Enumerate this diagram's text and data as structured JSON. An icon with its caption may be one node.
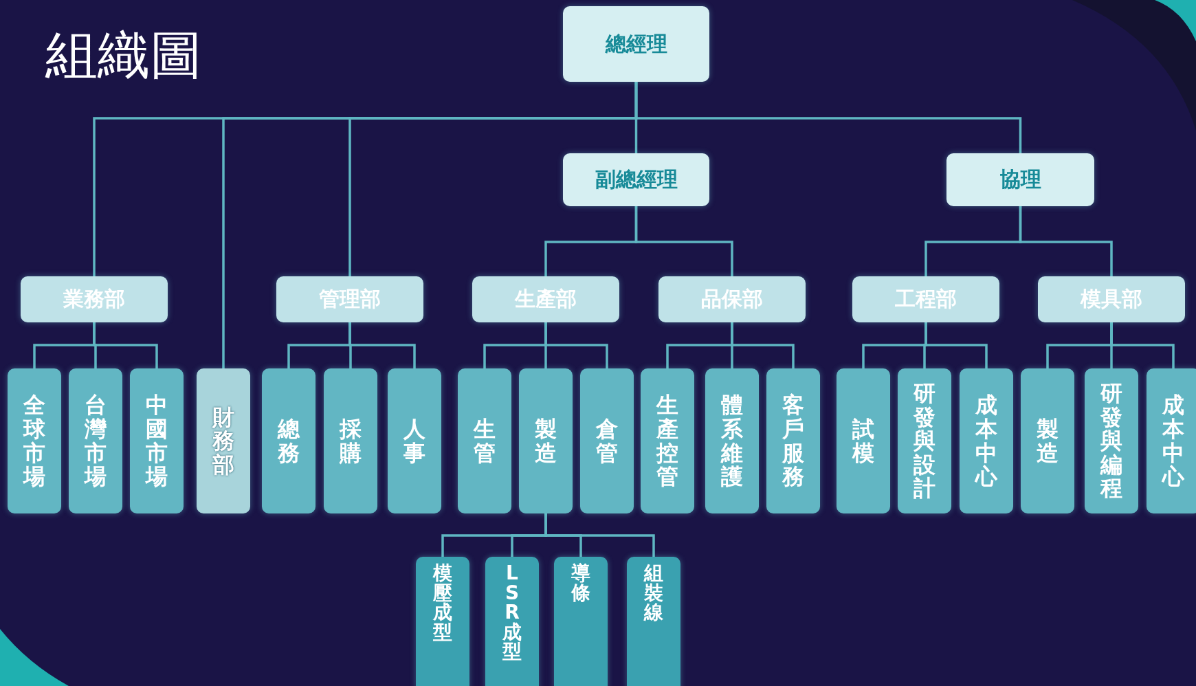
{
  "diagram": {
    "title": "組織圖",
    "nodes": [
      {
        "text": [
          "總經理"
        ]
      },
      {
        "text": [
          "副總經理"
        ]
      },
      {
        "text": [
          "協理"
        ]
      },
      {
        "text": [
          "業務部"
        ]
      },
      {
        "text": [
          "管理部"
        ]
      },
      {
        "text": [
          "生產部"
        ]
      },
      {
        "text": [
          "品保部"
        ]
      },
      {
        "text": [
          "工程部"
        ]
      },
      {
        "text": [
          "模具部"
        ]
      },
      {
        "text": [
          "全球市場"
        ]
      },
      {
        "text": [
          "台灣市場"
        ]
      },
      {
        "text": [
          "中國市場"
        ]
      },
      {
        "text": [
          "財務部"
        ]
      },
      {
        "text": [
          "總務"
        ]
      },
      {
        "text": [
          "採購"
        ]
      },
      {
        "text": [
          "人事"
        ]
      },
      {
        "text": [
          "生管"
        ]
      },
      {
        "text": [
          "製造"
        ]
      },
      {
        "text": [
          "倉管"
        ]
      },
      {
        "text": [
          "生產控管"
        ]
      },
      {
        "text": [
          "體系維護"
        ]
      },
      {
        "text": [
          "客戶服務"
        ]
      },
      {
        "text": [
          "試模"
        ]
      },
      {
        "text": [
          "研發與設計"
        ]
      },
      {
        "text": [
          "成本中心"
        ]
      },
      {
        "text": [
          "製造"
        ]
      },
      {
        "text": [
          "研發與編程"
        ]
      },
      {
        "text": [
          "成本中心"
        ]
      },
      {
        "text": [
          "模壓成型"
        ]
      },
      {
        "text": [
          "LSR成型"
        ]
      },
      {
        "text": [
          "導條"
        ]
      },
      {
        "text": [
          "組裝線"
        ]
      }
    ],
    "edges": [
      {
        "from": 0,
        "to": 1,
        "arrow": "none"
      },
      {
        "from": 0,
        "to": 2,
        "arrow": "none"
      },
      {
        "from": 0,
        "to": 3,
        "arrow": "none"
      },
      {
        "from": 0,
        "to": 4,
        "arrow": "none"
      },
      {
        "from": 0,
        "to": 12,
        "arrow": "none"
      },
      {
        "from": 1,
        "to": 5,
        "arrow": "none"
      },
      {
        "from": 1,
        "to": 6,
        "arrow": "none"
      },
      {
        "from": 2,
        "to": 7,
        "arrow": "none"
      },
      {
        "from": 2,
        "to": 8,
        "arrow": "none"
      },
      {
        "from": 3,
        "to": 9,
        "arrow": "none"
      },
      {
        "from": 3,
        "to": 10,
        "arrow": "none"
      },
      {
        "from": 3,
        "to": 11,
        "arrow": "none"
      },
      {
        "from": 4,
        "to": 13,
        "arrow": "none"
      },
      {
        "from": 4,
        "to": 14,
        "arrow": "none"
      },
      {
        "from": 4,
        "to": 15,
        "arrow": "none"
      },
      {
        "from": 5,
        "to": 16,
        "arrow": "none"
      },
      {
        "from": 5,
        "to": 17,
        "arrow": "none"
      },
      {
        "from": 5,
        "to": 18,
        "arrow": "none"
      },
      {
        "from": 6,
        "to": 19,
        "arrow": "none"
      },
      {
        "from": 6,
        "to": 20,
        "arrow": "none"
      },
      {
        "from": 6,
        "to": 21,
        "arrow": "none"
      },
      {
        "from": 7,
        "to": 22,
        "arrow": "none"
      },
      {
        "from": 7,
        "to": 23,
        "arrow": "none"
      },
      {
        "from": 7,
        "to": 24,
        "arrow": "none"
      },
      {
        "from": 8,
        "to": 25,
        "arrow": "none"
      },
      {
        "from": 8,
        "to": 26,
        "arrow": "none"
      },
      {
        "from": 8,
        "to": 27,
        "arrow": "none"
      },
      {
        "from": 17,
        "to": 28,
        "arrow": "none"
      },
      {
        "from": 17,
        "to": 29,
        "arrow": "none"
      },
      {
        "from": 17,
        "to": 30,
        "arrow": "none"
      },
      {
        "from": 17,
        "to": 31,
        "arrow": "none"
      }
    ]
  }
}
